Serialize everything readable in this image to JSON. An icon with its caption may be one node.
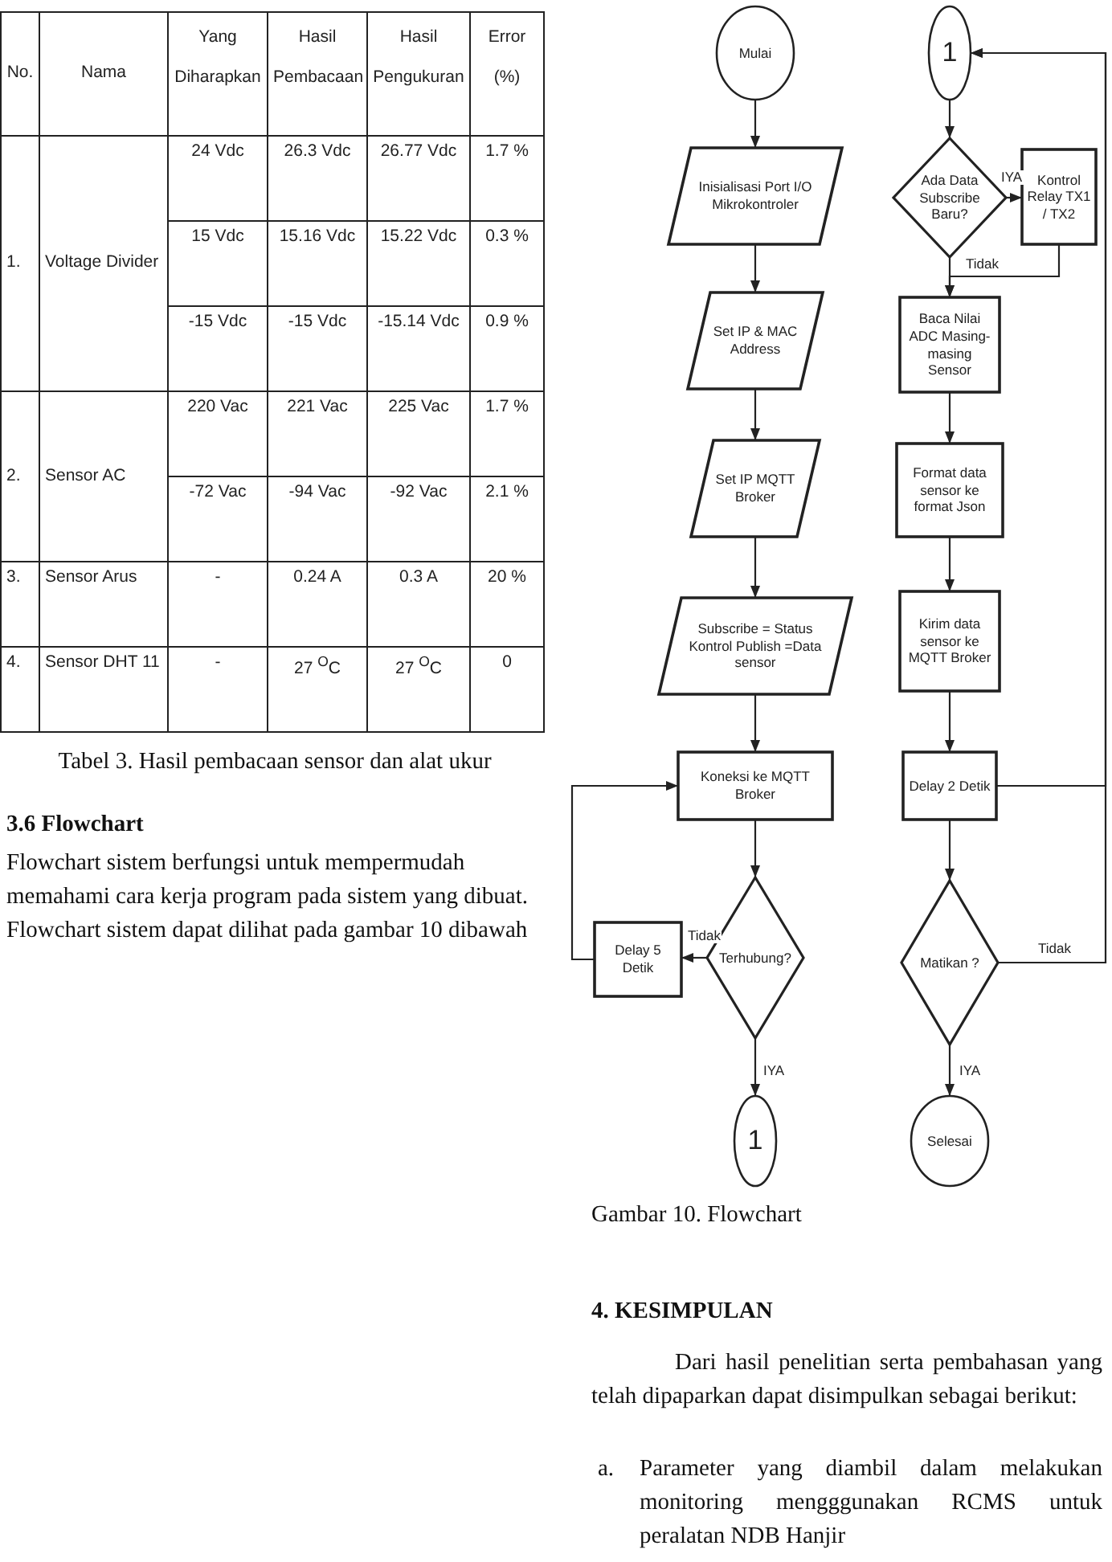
{
  "diagram": {
    "caption": "Gambar 10. Flowchart",
    "nodes": [
      {
        "text": [
          "Mulai"
        ]
      },
      {
        "text": [
          "Inisialisasi Port I/O Mikrokontroler"
        ]
      },
      {
        "text": [
          "Set IP & MAC Address"
        ]
      },
      {
        "text": [
          "Set IP MQTT Broker"
        ]
      },
      {
        "text": [
          "Subscribe = Status Kontrol Publish =Data sensor"
        ]
      },
      {
        "text": [
          "Koneksi ke MQTT Broker"
        ]
      },
      {
        "text": [
          "Terhubung?"
        ]
      },
      {
        "text": [
          "Delay 5 Detik"
        ]
      },
      {
        "text": [
          "1"
        ]
      },
      {
        "text": [
          "1"
        ]
      },
      {
        "text": [
          "Ada Data Subscribe Baru?"
        ]
      },
      {
        "text": [
          "Kontrol Relay TX1 / TX2"
        ]
      },
      {
        "text": [
          "Baca Nilai ADC Masing-masing Sensor"
        ]
      },
      {
        "text": [
          "Format data sensor ke format Json"
        ]
      },
      {
        "text": [
          "Kirim data sensor ke MQTT Broker"
        ]
      },
      {
        "text": [
          "Delay 2 Detik"
        ]
      },
      {
        "text": [
          "Matikan ?"
        ]
      },
      {
        "text": [
          "Selesai"
        ]
      }
    ],
    "edges": [
      {
        "from": 0,
        "to": 1,
        "arrow": "to"
      },
      {
        "from": 1,
        "to": 2,
        "arrow": "to"
      },
      {
        "from": 2,
        "to": 3,
        "arrow": "to"
      },
      {
        "from": 3,
        "to": 4,
        "arrow": "to"
      },
      {
        "from": 4,
        "to": 5,
        "arrow": "to"
      },
      {
        "from": 5,
        "to": 6,
        "arrow": "to"
      },
      {
        "from": 6,
        "to": 7,
        "arrow": "to",
        "label": "Tidak"
      },
      {
        "from": 7,
        "to": 5,
        "arrow": "to"
      },
      {
        "from": 6,
        "to": 8,
        "arrow": "to",
        "label": "IYA"
      },
      {
        "from": 9,
        "to": 10,
        "arrow": "to"
      },
      {
        "from": 10,
        "to": 11,
        "arrow": "to",
        "label": "IYA"
      },
      {
        "from": 10,
        "to": 12,
        "arrow": "to",
        "label": "Tidak"
      },
      {
        "from": 11,
        "to": 12,
        "arrow": "to"
      },
      {
        "from": 12,
        "to": 13,
        "arrow": "to"
      },
      {
        "from": 13,
        "to": 14,
        "arrow": "to"
      },
      {
        "from": 14,
        "to": 15,
        "arrow": "to"
      },
      {
        "from": 15,
        "to": 16,
        "arrow": "to"
      },
      {
        "from": 15,
        "to": 9,
        "arrow": "to"
      },
      {
        "from": 16,
        "to": 9,
        "arrow": "to",
        "label": "Tidak"
      },
      {
        "from": 16,
        "to": 17,
        "arrow": "to",
        "label": "IYA"
      }
    ],
    "labels": [
      "No.",
      "Nama",
      "Yang Diharapkan",
      "Hasil Pembacaan",
      "Hasil Pengukuran",
      "Error (%)",
      "1.",
      "Voltage Divider",
      "24 Vdc",
      "26.3 Vdc",
      "26.77 Vdc",
      "1.7 %",
      "15 Vdc",
      "15.16 Vdc",
      "15.22 Vdc",
      "0.3 %",
      "-15 Vdc",
      "-15 Vdc",
      "-15.14 Vdc",
      "0.9 %",
      "2.",
      "Sensor AC",
      "220 Vac",
      "221 Vac",
      "225 Vac",
      "1.7 %",
      "-72 Vac",
      "-94 Vac",
      "-92 Vac",
      "2.1 %",
      "3.",
      "Sensor Arus",
      "-",
      "0.24 A",
      "0.3 A",
      "20 %",
      "4.",
      "Sensor DHT 11",
      "-",
      "27 $^{O}$C",
      "27 $^{O}$C",
      "0",
      "Tabel 3. Hasil pembacaan sensor dan alat ukur",
      "3.6 Flowchart",
      "Flowchart sistem berfungsi untuk mempermudah memahami cara kerja program pada sistem yang dibuat. Flowchart sistem dapat dilihat pada gambar 10 dibawah",
      "4. KESIMPULAN",
      "Dari hasil penelitian serta pembahasan yang telah dipaparkan dapat disimpulkan sebagai berikut:",
      "a.",
      "Parameter yang diambil dalam melakukan monitoring mengggunakan RCMS untuk peralatan NDB Hanjir"
    ]
  }
}
